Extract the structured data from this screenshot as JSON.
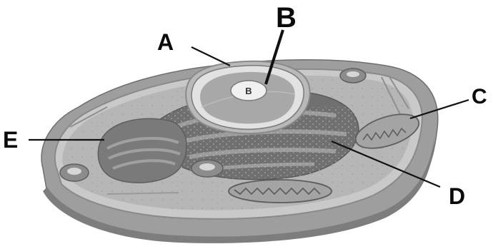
{
  "diagram": {
    "labels": {
      "a": "A",
      "b": "B",
      "b_inner": "B",
      "c": "C",
      "d": "D",
      "e": "E"
    }
  }
}
